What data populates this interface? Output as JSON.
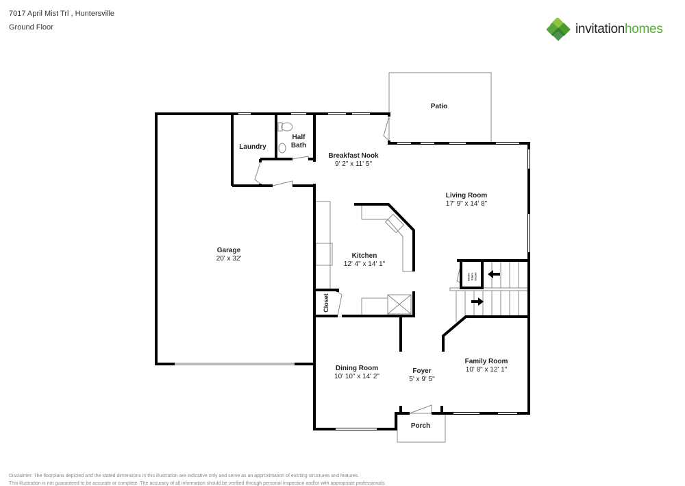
{
  "header": {
    "address": "7017 April Mist Trl , Huntersville",
    "floor": "Ground Floor"
  },
  "logo": {
    "text_a": "invitation",
    "text_b": "homes",
    "colors": [
      "#5aa63c",
      "#8cc63f",
      "#2e7d32"
    ]
  },
  "rooms": {
    "patio": {
      "name": "Patio"
    },
    "laundry": {
      "name": "Laundry"
    },
    "half_bath": {
      "name": "Half Bath"
    },
    "breakfast_nook": {
      "name": "Breakfast Nook",
      "dims": "9' 2\" x 11' 5\""
    },
    "living_room": {
      "name": "Living Room",
      "dims": "17' 9\" x 14' 8\""
    },
    "garage": {
      "name": "Garage",
      "dims": "20' x 32'"
    },
    "kitchen": {
      "name": "Kitchen",
      "dims": "12' 4\" x 14' 1\""
    },
    "closet": {
      "name": "Closet"
    },
    "under_stairs_closet": {
      "name": "Under-Stairs Closet"
    },
    "dining_room": {
      "name": "Dining Room",
      "dims": "10' 10\" x 14' 2\""
    },
    "foyer": {
      "name": "Foyer",
      "dims": "5' x 9' 5\""
    },
    "family_room": {
      "name": "Family Room",
      "dims": "10' 8\" x 12' 1\""
    },
    "porch": {
      "name": "Porch"
    }
  },
  "disclaimer": {
    "line1": "Disclaimer: The floorplans depicted and the stated dimensions in this illustration are indicative only and serve as an approximation of existing structures and features.",
    "line2": "This illustration is not guaranteed to be accurate or complete. The accuracy of all information should be verified through personal inspection and/or with appropriate professionals."
  }
}
